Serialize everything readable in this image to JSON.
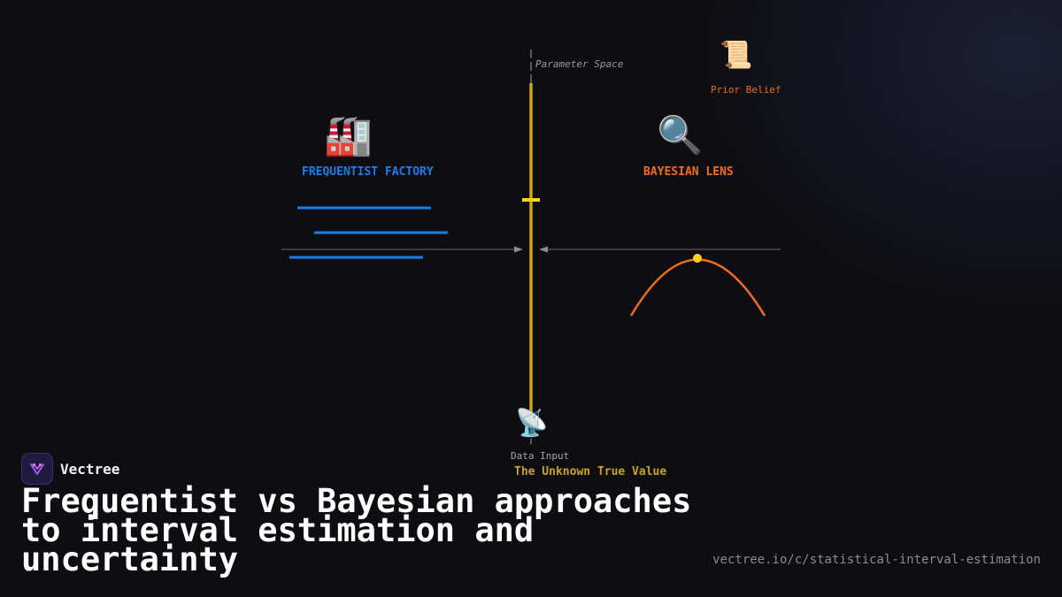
{
  "diagram": {
    "parameter_space_label": "Parameter Space",
    "prior_belief_label": "Prior Belief",
    "frequentist_label": "FREQUENTIST FACTORY",
    "bayesian_label": "BAYESIAN LENS",
    "data_input_label": "Data Input",
    "true_value_label": "The Unknown True Value",
    "icons": {
      "prior": "scroll-icon",
      "frequentist": "factory-icon",
      "bayesian": "magnifier-icon",
      "data": "satellite-antenna-icon"
    },
    "colors": {
      "frequentist": "#1a7ee8",
      "bayesian": "#f36b1c",
      "true_value": "#c9a41a",
      "marker": "#ffd21a"
    }
  },
  "brand": {
    "name": "Vectree"
  },
  "title": "Frequentist vs Bayesian approaches to interval estimation and uncertainty",
  "url": "vectree.io/c/statistical-interval-estimation"
}
